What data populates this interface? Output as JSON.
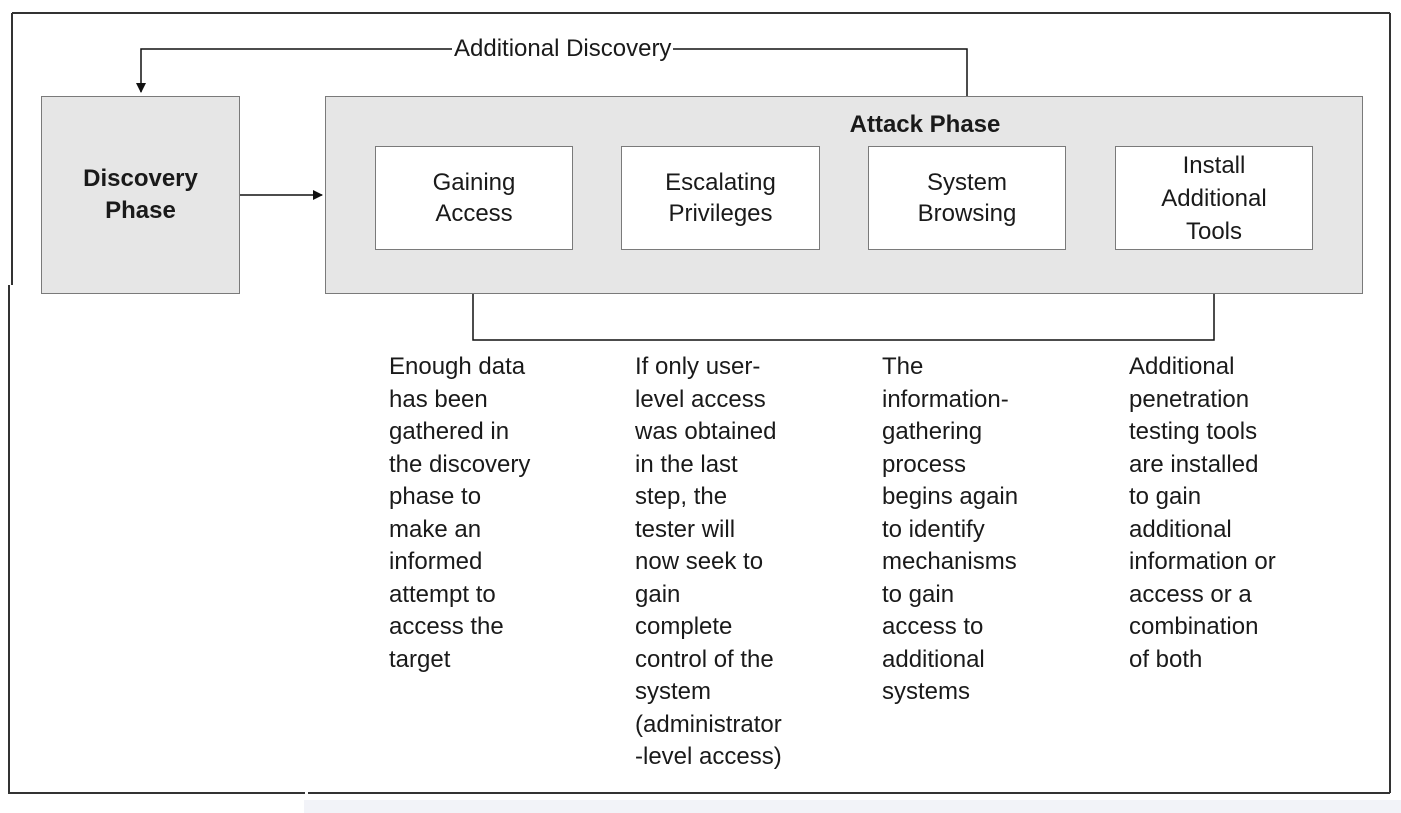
{
  "loop_label": "Additional Discovery",
  "discovery_phase": {
    "label": "Discovery\nPhase"
  },
  "attack_phase": {
    "title": "Attack Phase",
    "steps": [
      {
        "label": "Gaining\nAccess"
      },
      {
        "label": "Escalating\nPrivileges"
      },
      {
        "label": "System\nBrowsing"
      },
      {
        "label": "Install\nAdditional\nTools"
      }
    ]
  },
  "descriptions": [
    "Enough data\nhas been\ngathered in\nthe discovery\nphase to\nmake an\ninformed\nattempt to\naccess the\ntarget",
    "If only user-\nlevel access\nwas obtained\nin the last\nstep, the\ntester will\nnow seek to\ngain\ncomplete\ncontrol of the\nsystem\n(administrator\n-level access)",
    "The\ninformation-\ngathering\nprocess\nbegins again\nto identify\nmechanisms\nto gain\naccess to\nadditional\nsystems",
    "Additional\npenetration\ntesting tools\nare installed\nto gain\nadditional\ninformation or\naccess or a\ncombination\nof both"
  ]
}
